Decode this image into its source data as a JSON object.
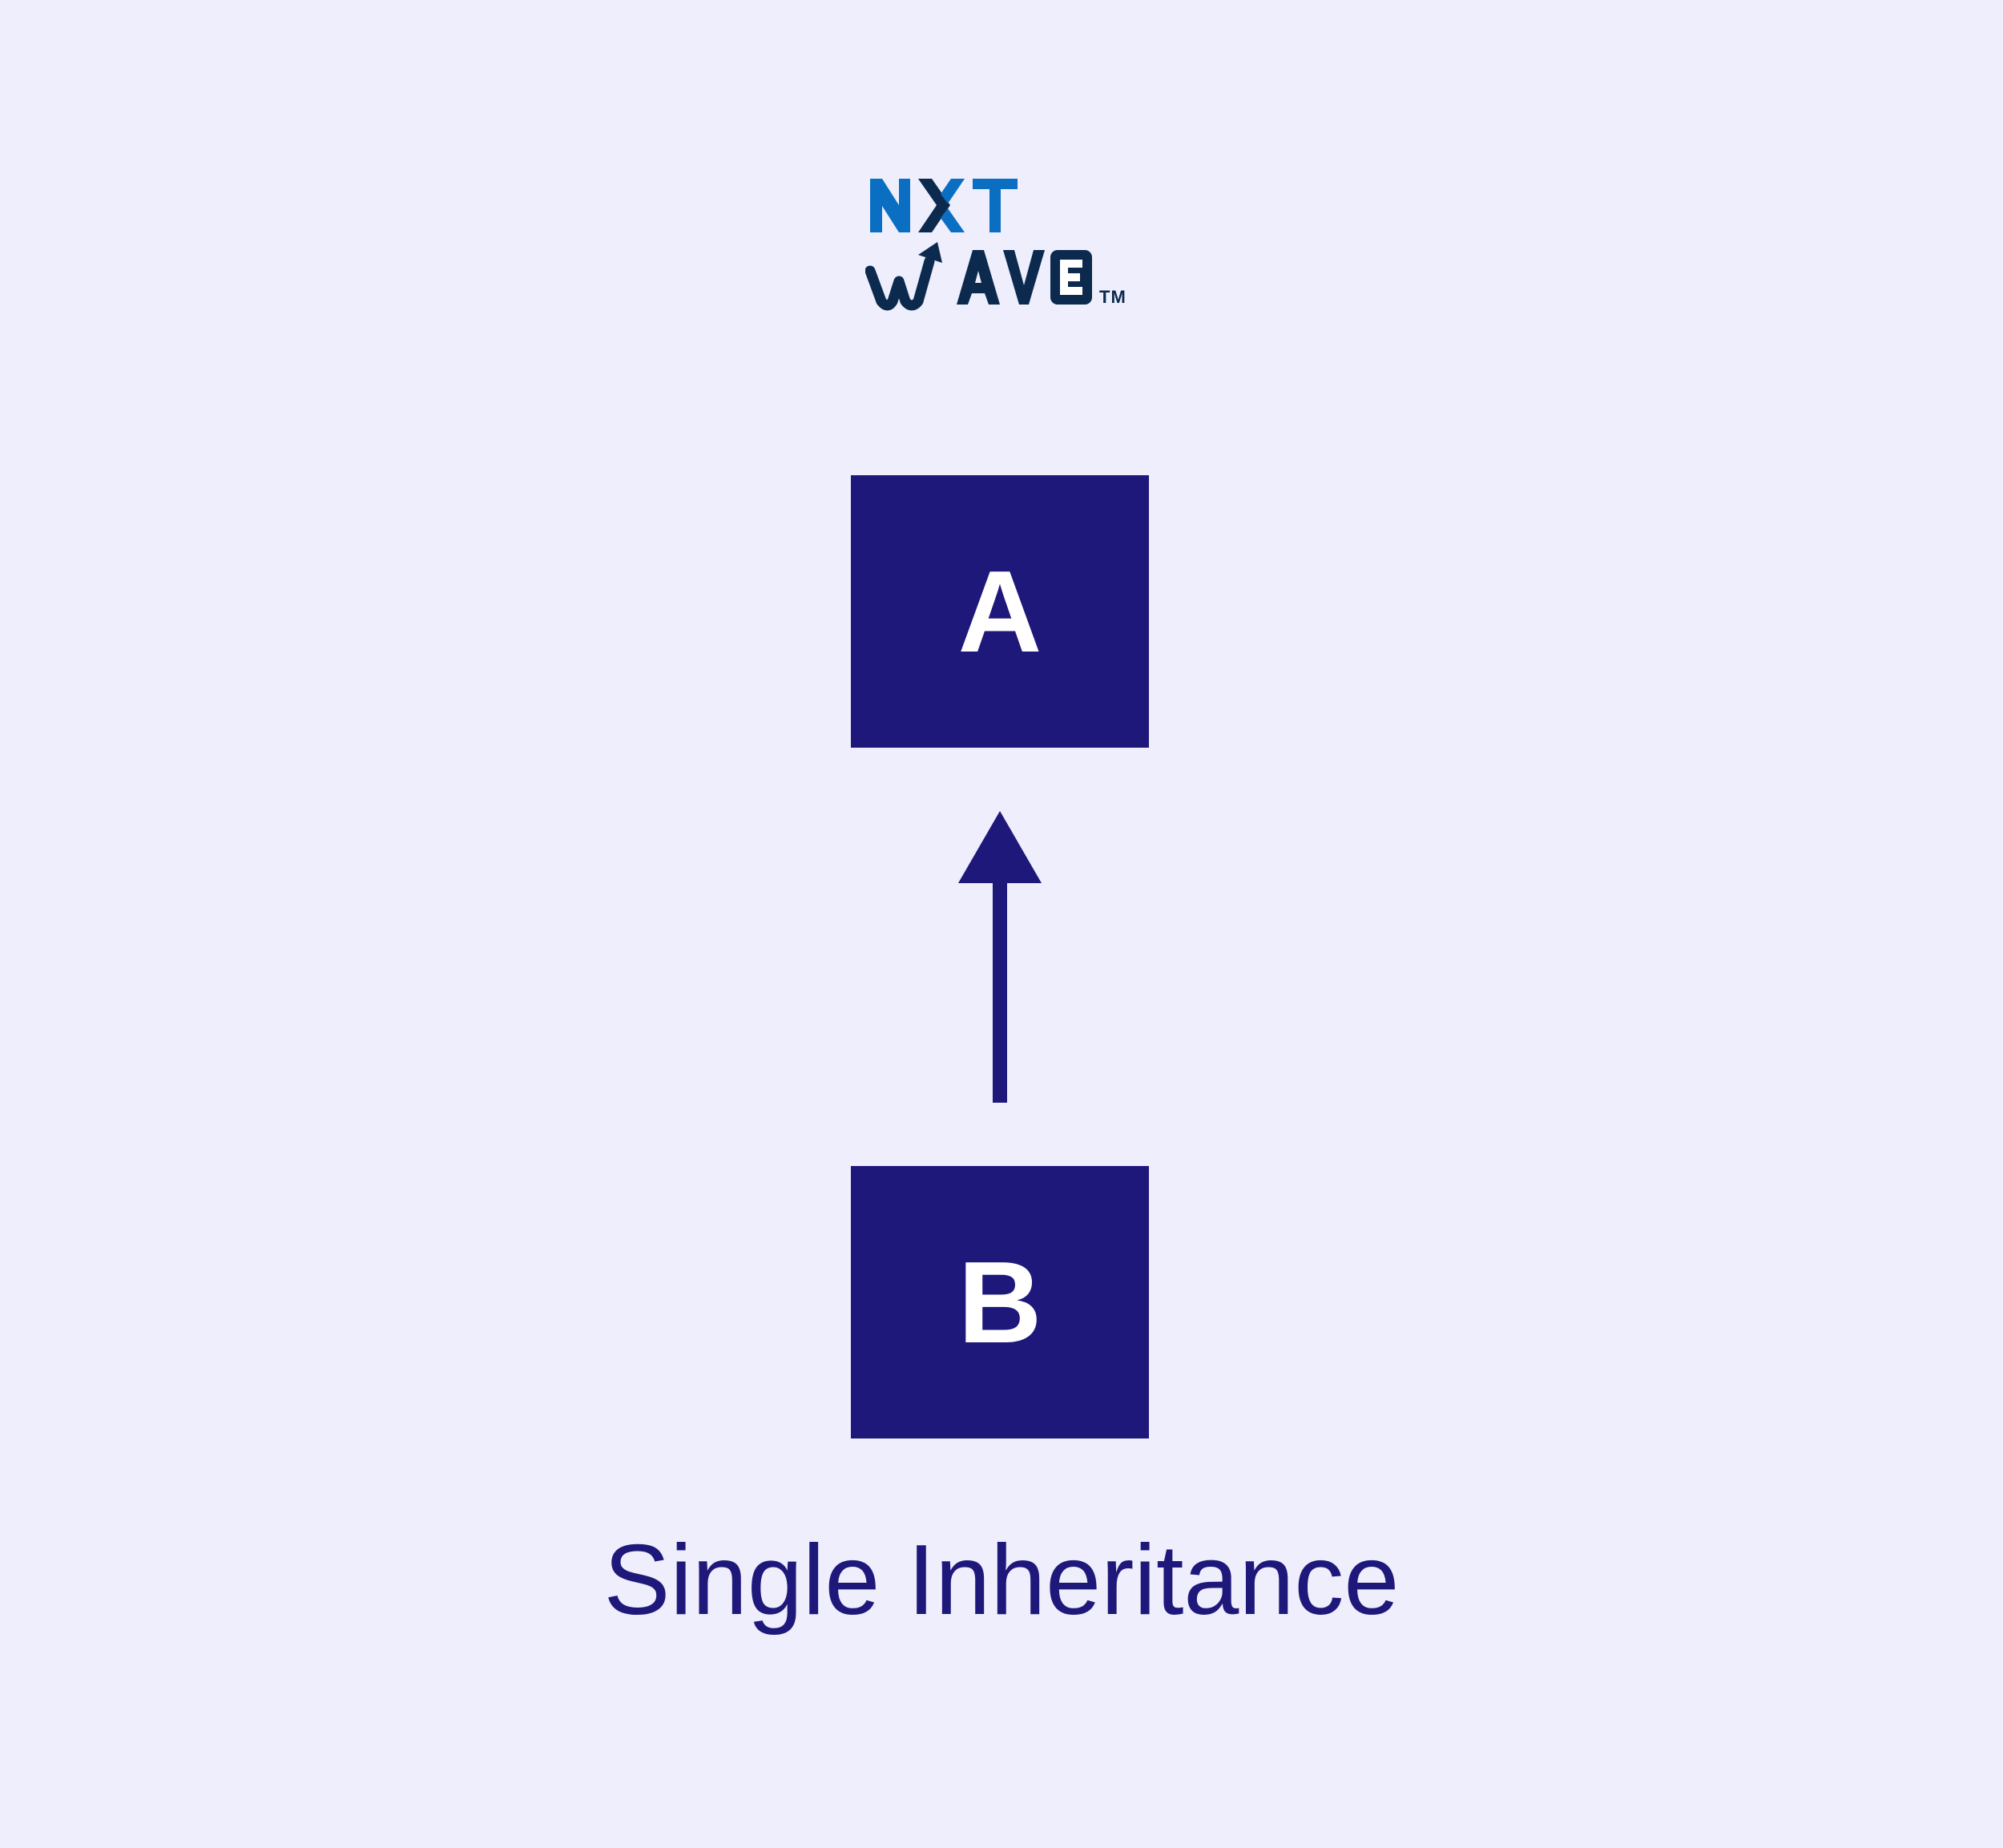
{
  "logo": {
    "line1": "NXT",
    "line2": "WAVE",
    "trademark": "TM"
  },
  "diagram": {
    "parent_class": "A",
    "child_class": "B",
    "relation": "inherits-from",
    "caption": "Single Inheritance"
  },
  "colors": {
    "background": "#eeeefc",
    "box": "#1f187b",
    "box_text": "#ffffff",
    "logo_blue": "#0a6fc2",
    "logo_navy": "#0b2a4e"
  }
}
